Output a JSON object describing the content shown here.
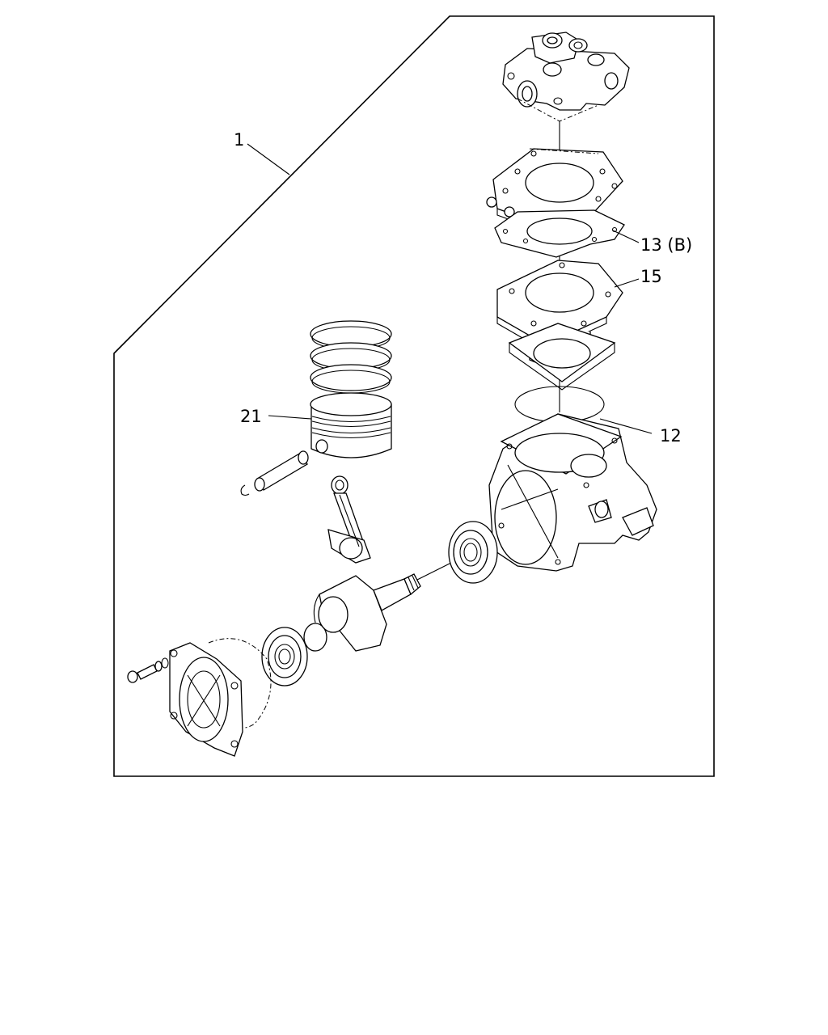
{
  "callouts": {
    "assembly": "1",
    "gasket_b": "13 (B)",
    "spacer": "15",
    "o_ring": "12",
    "piston": "21"
  }
}
